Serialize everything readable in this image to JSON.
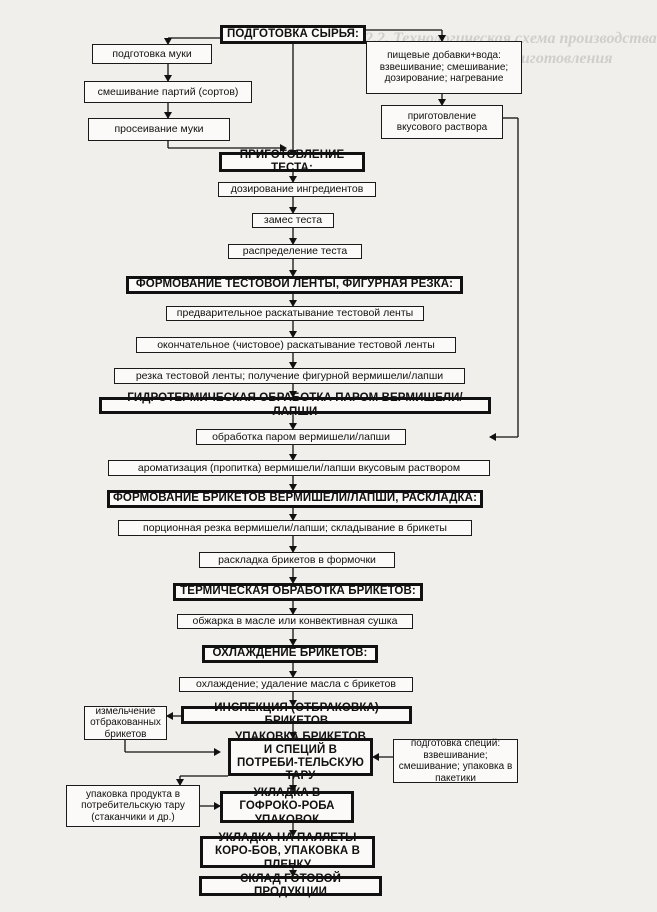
{
  "background_text": [
    "2.2. Технологическая схема производства",
    "изделий быстрого приготовления"
  ],
  "flow": {
    "stage1": {
      "title": "ПОДГОТОВКА СЫРЬЯ:",
      "flour_prep": "подготовка муки",
      "batch_mixing": "смешивание партий (сортов)",
      "sifting": "просеивание муки",
      "additives": "пищевые добавки+вода: взвешивание; смешивание; дозирование; нагревание",
      "flavor_solution": "приготовление вкусового раствора"
    },
    "stage2": {
      "title": "ПРИГОТОВЛЕНИЕ ТЕСТА:",
      "dosing": "дозирование ингредиентов",
      "kneading": "замес теста",
      "distribution": "распределение теста"
    },
    "stage3": {
      "title": "ФОРМОВАНИЕ ТЕСТОВОЙ ЛЕНТЫ, ФИГУРНАЯ РЕЗКА:",
      "pre_rolling": "предварительное раскатывание тестовой ленты",
      "final_rolling": "окончательное (чистовое) раскатывание тестовой ленты",
      "cutting": "резка тестовой ленты; получение фигурной вермишели/лапши"
    },
    "stage4": {
      "title": "ГИДРОТЕРМИЧЕСКАЯ ОБРАБОТКА ПАРОМ ВЕРМИШЕЛИ/ЛАПШИ",
      "steaming": "обработка паром вермишели/лапши",
      "flavoring": "ароматизация (пропитка) вермишели/лапши вкусовым раствором"
    },
    "stage5": {
      "title": "ФОРМОВАНИЕ БРИКЕТОВ ВЕРМИШЕЛИ/ЛАПШИ, РАСКЛАДКА:",
      "portion_cut": "порционная резка вермишели/лапши; складывание в брикеты",
      "laying": "раскладка брикетов в формочки"
    },
    "stage6": {
      "title": "ТЕРМИЧЕСКАЯ ОБРАБОТКА БРИКЕТОВ:",
      "frying": "обжарка в масле или конвективная сушка"
    },
    "stage7": {
      "title": "ОХЛАЖДЕНИЕ БРИКЕТОВ:",
      "cooling": "охлаждение; удаление масла с брикетов"
    },
    "stage8": {
      "title": "ИНСПЕКЦИЯ (ОТБРАКОВКА) БРИКЕТОВ",
      "grinding": "измельчение отбракованных брикетов"
    },
    "stage9": {
      "title": "УПАКОВКА БРИКЕТОВ И СПЕЦИЙ В ПОТРЕБИ-ТЕЛЬСКУЮ ТАРУ",
      "spices": "подготовка специй: взвешивание; смешивание; упаковка в пакетики"
    },
    "stage10": {
      "title": "УКЛАДКА В ГОФРОКО-РОБА УПАКОВОК",
      "consumer_pack": "упаковка продукта в потребительскую тару (стаканчики и др.)"
    },
    "stage11": {
      "title": "УКЛАДКА НА ПАЛЛЕТЫ КОРО-БОВ, УПАКОВКА В ПЛЕНКУ"
    },
    "stage12": {
      "title": "СКЛАД ГОТОВОЙ ПРОДУКЦИИ"
    }
  }
}
